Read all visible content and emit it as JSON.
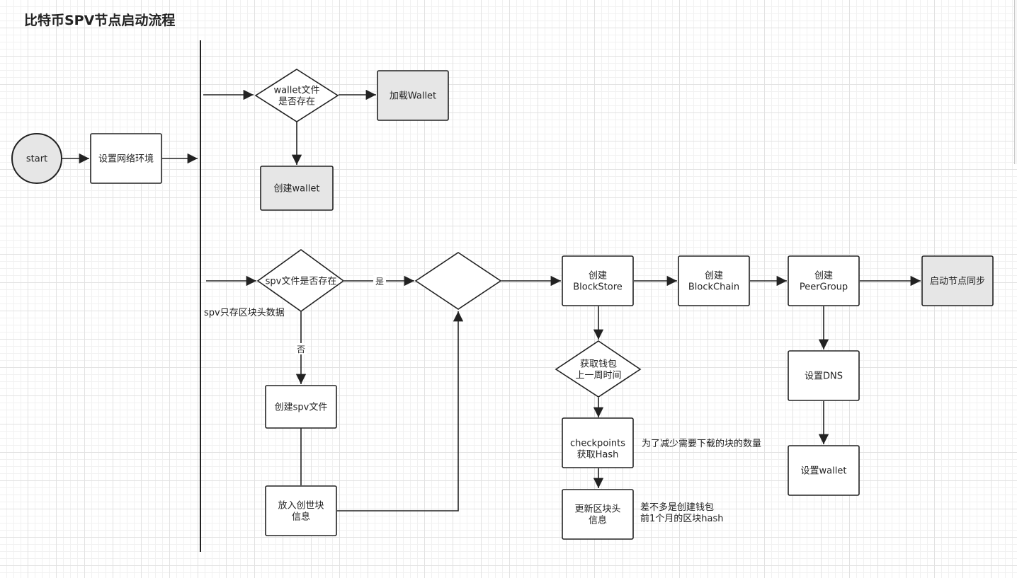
{
  "title": "比特币SPV节点启动流程",
  "nodes": {
    "start": {
      "text": [
        "start"
      ]
    },
    "set_network": {
      "text": [
        "设置网络环境"
      ]
    },
    "wallet_exists": {
      "text": [
        "wallet文件",
        "是否存在"
      ]
    },
    "load_wallet": {
      "text": [
        "加载Wallet"
      ]
    },
    "create_wallet": {
      "text": [
        "创建wallet"
      ]
    },
    "spv_exists": {
      "text": [
        "spv文件是否存在"
      ]
    },
    "empty_decision": {
      "text": []
    },
    "create_blockstore": {
      "text": [
        "创建",
        "BlockStore"
      ]
    },
    "create_blockchain": {
      "text": [
        "创建",
        "BlockChain"
      ]
    },
    "create_peergroup": {
      "text": [
        "创建",
        "PeerGroup"
      ]
    },
    "start_sync": {
      "text": [
        "启动节点同步"
      ]
    },
    "get_wallet_time": {
      "text": [
        "获取钱包",
        "上一周时间"
      ]
    },
    "checkpoints": {
      "text": [
        "checkpoints",
        "获取Hash"
      ]
    },
    "update_header": {
      "text": [
        "更新区块头",
        "信息"
      ]
    },
    "create_spv": {
      "text": [
        "创建spv文件"
      ]
    },
    "genesis": {
      "text": [
        "放入创世块",
        "信息"
      ]
    },
    "set_dns": {
      "text": [
        "设置DNS"
      ]
    },
    "set_wallet": {
      "text": [
        "设置wallet"
      ]
    }
  },
  "edge_labels": {
    "yes": "是",
    "no": "否"
  },
  "notes": {
    "spv_note": [
      "spv只存区块头数据"
    ],
    "checkpoint_note": [
      "为了减少需要下载的块的数量"
    ],
    "update_note": [
      "差不多是创建钱包",
      "前1个月的区块hash"
    ]
  },
  "colors": {
    "stroke": "#222222",
    "fill_white": "#ffffff",
    "fill_gray": "#e6e6e6"
  }
}
